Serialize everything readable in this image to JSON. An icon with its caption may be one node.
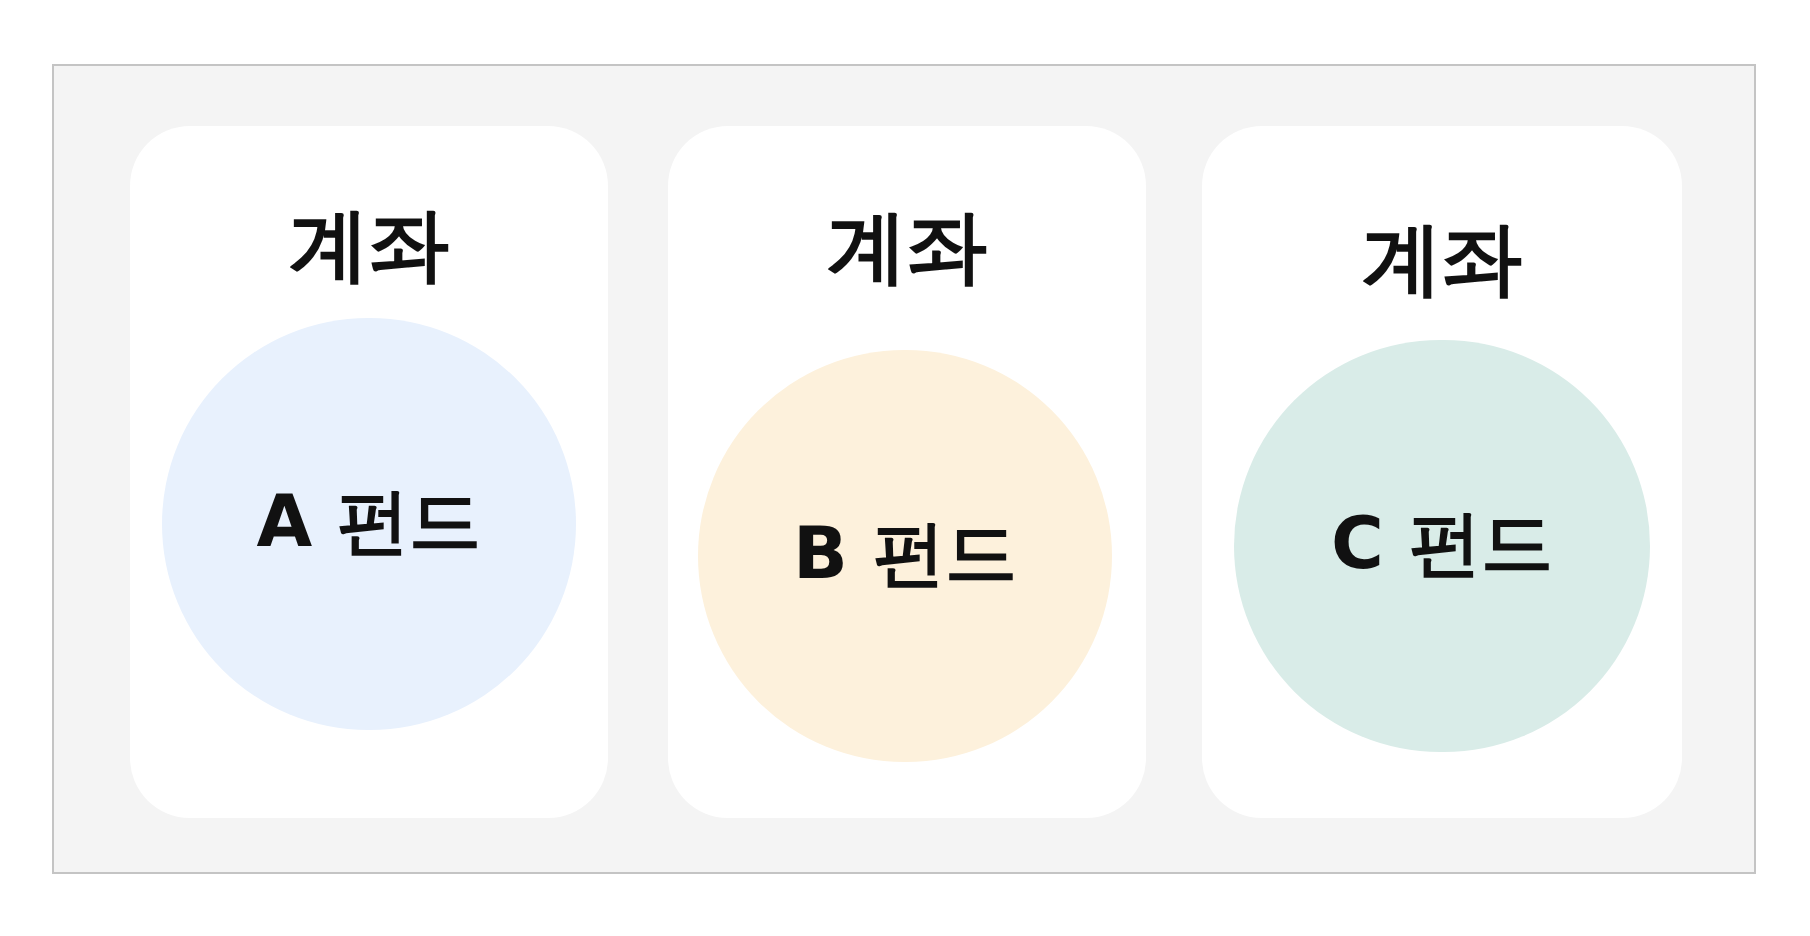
{
  "diagram": {
    "nodes": [
      {
        "text": [
          "계좌"
        ]
      },
      {
        "text": [
          "A 펀드"
        ],
        "in": 0
      },
      {
        "text": [
          "계좌"
        ]
      },
      {
        "text": [
          "B 펀드"
        ],
        "in": 2
      },
      {
        "text": [
          "계좌"
        ]
      },
      {
        "text": [
          "C 펀드"
        ],
        "in": 4
      }
    ]
  }
}
